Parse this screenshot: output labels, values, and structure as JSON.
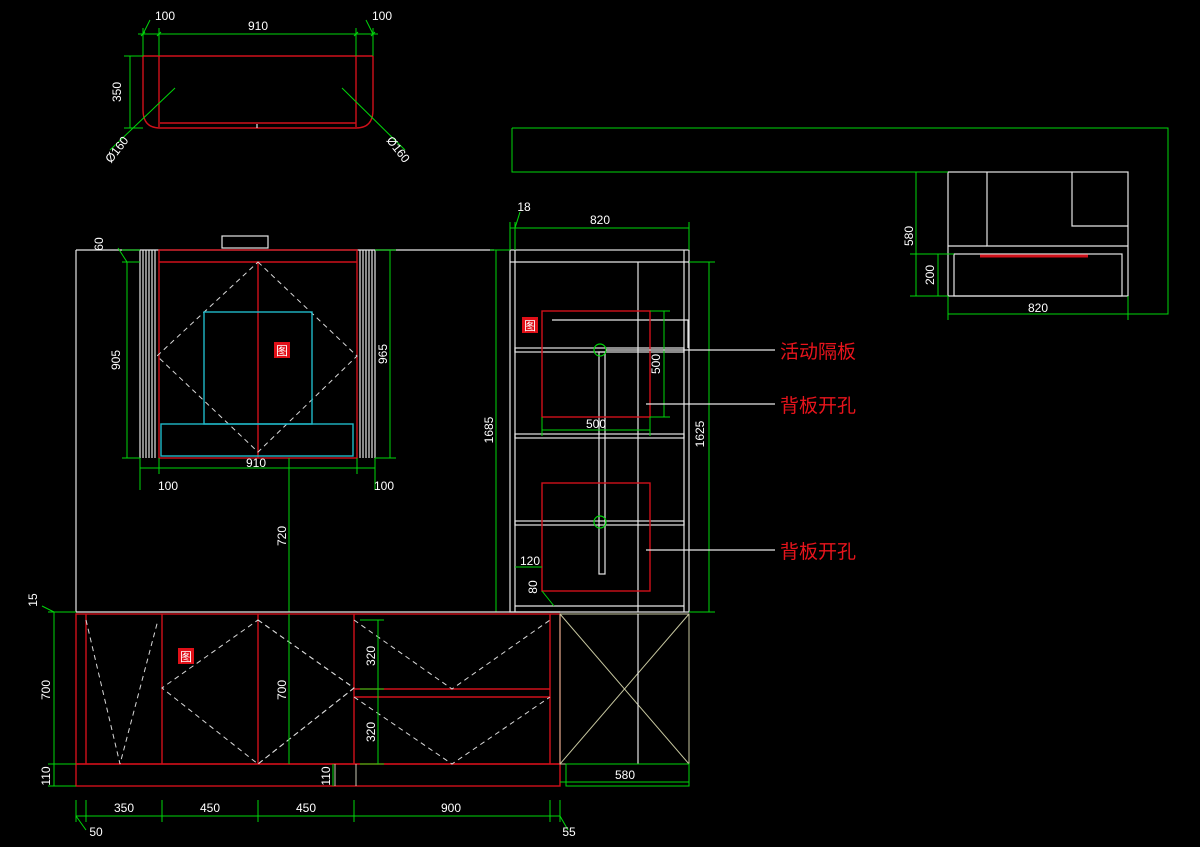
{
  "top_view": {
    "dim_side_left": "100",
    "dim_width": "910",
    "dim_side_right": "100",
    "dim_depth": "350",
    "dim_radius_left": "Ø160",
    "dim_radius_right": "Ø160"
  },
  "wall_unit": {
    "dim_top_gap": "60",
    "dim_inner_height": "905",
    "dim_outer_height": "965",
    "dim_width": "910",
    "dim_side_left": "100",
    "dim_side_right": "100",
    "dim_gap_to_base": "720",
    "mark_glyph": "图"
  },
  "tall_cabinet": {
    "dim_board": "18",
    "dim_width": "820",
    "dim_total_height": "1685",
    "dim_inner_height": "1625",
    "dim_hole_height": "500",
    "dim_hole_width": "500",
    "dim_hole_offset_x": "120",
    "dim_hole_offset_y": "80",
    "mark_glyph": "图"
  },
  "annotations": {
    "adjustable_shelf": "活动隔板",
    "back_panel_hole_1": "背板开孔",
    "back_panel_hole_2": "背板开孔"
  },
  "side_view": {
    "dim_upper": "580",
    "dim_lower": "200",
    "dim_width": "820"
  },
  "base_cabinet": {
    "dim_top_offset": "15",
    "dim_height": "700",
    "dim_inner_height": "700",
    "dim_plinth": "110",
    "dim_plinth_inner": "110",
    "dim_upper_drawer": "320",
    "dim_lower_drawer": "320",
    "dim_corner_depth": "580",
    "dim_seg_1": "350",
    "dim_seg_2": "450",
    "dim_seg_3": "450",
    "dim_seg_4": "900",
    "dim_left_offset": "50",
    "dim_right_offset": "55",
    "mark_glyph": "图"
  },
  "colors": {
    "background": "#000000",
    "dimension_line": "#00d60a",
    "cabinet_frame": "#d0101a",
    "outline": "#e6e6e6",
    "glass": "#20b8c8",
    "annotation_text": "#e8141c"
  }
}
